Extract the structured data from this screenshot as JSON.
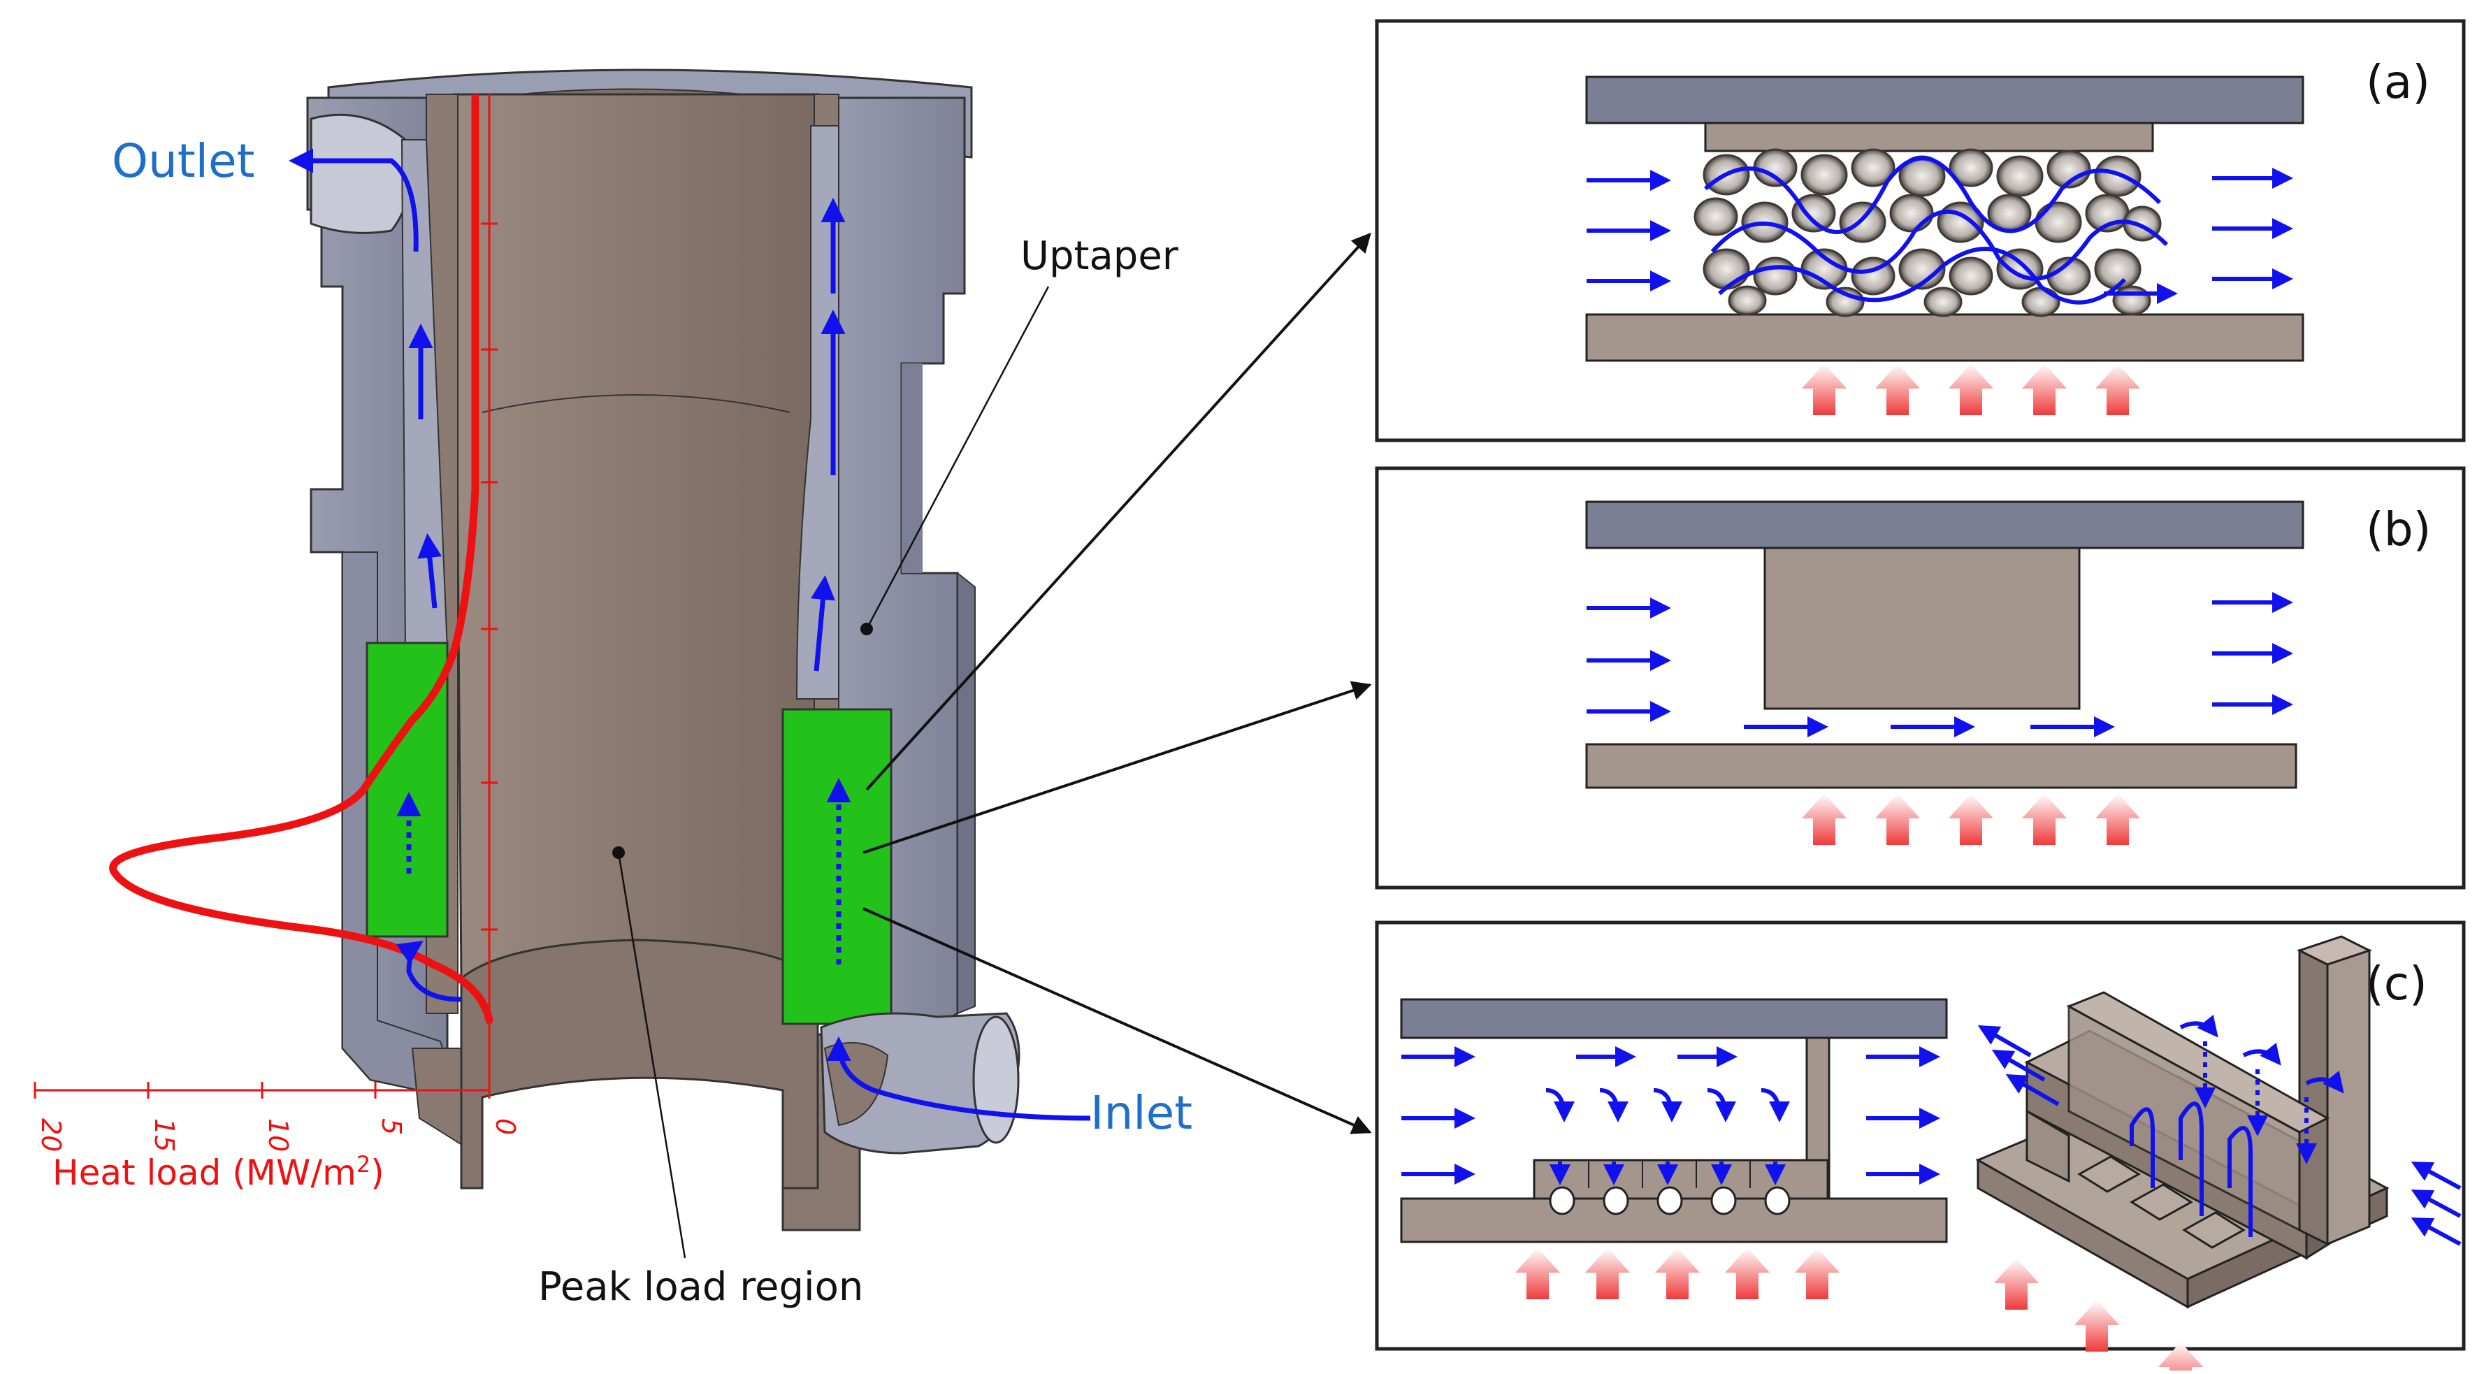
{
  "labels": {
    "outlet": "Outlet",
    "inlet": "Inlet",
    "uptaper": "Uptaper",
    "peak_load_region": "Peak load region",
    "heat_load_axis": "Heat load (MW/m",
    "heat_load_axis_sup": "2",
    "heat_load_axis_close": ")"
  },
  "heat_load_ticks": [
    "20",
    "15",
    "10",
    "5",
    "0"
  ],
  "panels": {
    "a": {
      "tag": "(a)"
    },
    "b": {
      "tag": "(b)"
    },
    "c": {
      "tag": "(c)"
    }
  },
  "colors": {
    "steel": "#8e92a6",
    "steel_dark": "#6d7086",
    "copper": "#8b7b72",
    "copper_light": "#a89890",
    "green_insert": "#23c21b",
    "flow_arrow": "#1111ee",
    "heat_profile": "#ee1111",
    "label_blue": "#1f6fc8"
  }
}
